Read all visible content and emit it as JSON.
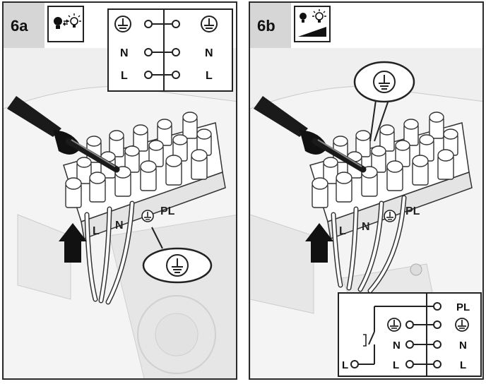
{
  "panel_a": {
    "step": "6a",
    "mode_icon": "bulb-switch-to-light-icon",
    "terminal_labels": {
      "live": "L",
      "neutral": "N",
      "pilot": "PL"
    },
    "wiring": {
      "left": [
        "N",
        "L"
      ],
      "right": [
        "N",
        "L"
      ],
      "earth_icon": "earth-ground-icon"
    }
  },
  "panel_b": {
    "step": "6b",
    "mode_icon": "bulb-dimmer-light-icon",
    "terminal_labels": {
      "live": "L",
      "neutral": "N",
      "pilot": "PL"
    },
    "wiring": {
      "right": [
        "PL",
        "N",
        "L"
      ],
      "left": [
        "N",
        "L"
      ],
      "supply": "L",
      "earth_icon": "earth-ground-icon"
    }
  },
  "colors": {
    "line": "#222222",
    "tab": "#d6d6d6",
    "scene": "#eeeeee",
    "housing": "#f6f6f6"
  }
}
